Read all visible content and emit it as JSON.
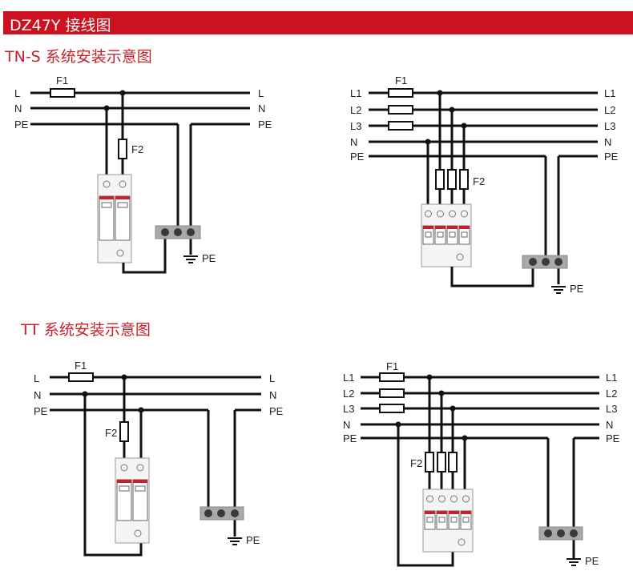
{
  "header": {
    "title": "DZ47Y 接线图",
    "accent": "#cc1120"
  },
  "sections": [
    {
      "title": "TN-S 系统安装示意图",
      "color": "#c8202b"
    },
    {
      "title": "TT 系统安装示意图",
      "color": "#c8202b"
    }
  ],
  "diagrams": {
    "tns_single": {
      "lines": [
        "L",
        "N",
        "PE"
      ],
      "fuse_main": "F1",
      "fuse_branch": "F2",
      "ground": "PE"
    },
    "tns_three": {
      "lines": [
        "L1",
        "L2",
        "L3",
        "N",
        "PE"
      ],
      "fuse_main": "F1",
      "fuse_branch": "F2",
      "ground": "PE"
    },
    "tt_single": {
      "lines": [
        "L",
        "N",
        "PE"
      ],
      "fuse_main": "F1",
      "fuse_branch": "F2",
      "ground": "PE"
    },
    "tt_three": {
      "lines": [
        "L1",
        "L2",
        "L3",
        "N",
        "PE"
      ],
      "fuse_main": "F1",
      "fuse_branch": "F2",
      "ground": "PE"
    }
  }
}
